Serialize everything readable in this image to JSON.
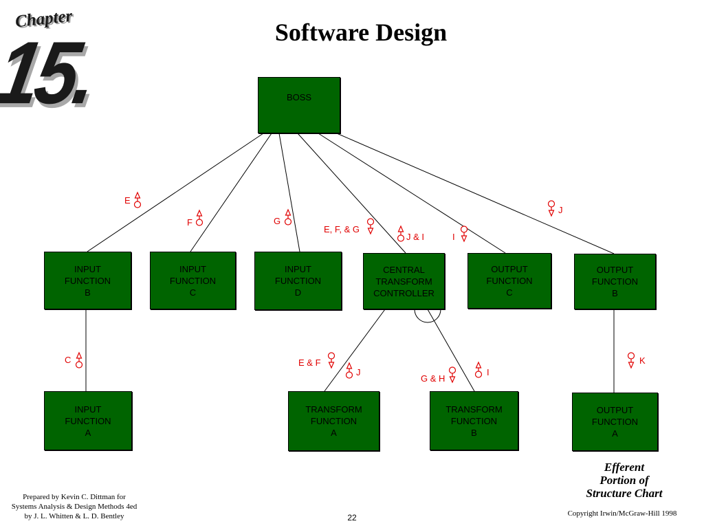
{
  "logo": {
    "chapter": "Chapter",
    "number": "15."
  },
  "title": "Software Design",
  "modules": {
    "boss": "BOSS",
    "input_b": "INPUT\nFUNCTION\nB",
    "input_c": "INPUT\nFUNCTION\nC",
    "input_d": "INPUT\nFUNCTION\nD",
    "central": "CENTRAL\nTRANSFORM\nCONTROLLER",
    "output_c": "OUTPUT\nFUNCTION\nC",
    "output_b": "OUTPUT\nFUNCTION\nB",
    "input_a": "INPUT\nFUNCTION\nA",
    "transform_a": "TRANSFORM\nFUNCTION\nA",
    "transform_b": "TRANSFORM\nFUNCTION\nB",
    "output_a": "OUTPUT\nFUNCTION\nA"
  },
  "flows": {
    "e": "E",
    "f": "F",
    "g": "G",
    "efg": "E, F, & G",
    "ji_top": "J & I",
    "i_top": "I",
    "j_top": "J",
    "c": "C",
    "ef": "E & F",
    "j_mid": "J",
    "gh": "G & H",
    "i_mid": "I",
    "k": "K"
  },
  "caption": "Efferent\nPortion of\nStructure Chart",
  "credit": "Prepared by Kevin C. Dittman for\nSystems Analysis & Design Methods 4ed\nby J. L. Whitten & L. D. Bentley",
  "page_number": "22",
  "copyright": "Copyright Irwin/McGraw-Hill 1998",
  "colors": {
    "module_fill": "#006400",
    "flow_color": "#e00000"
  }
}
